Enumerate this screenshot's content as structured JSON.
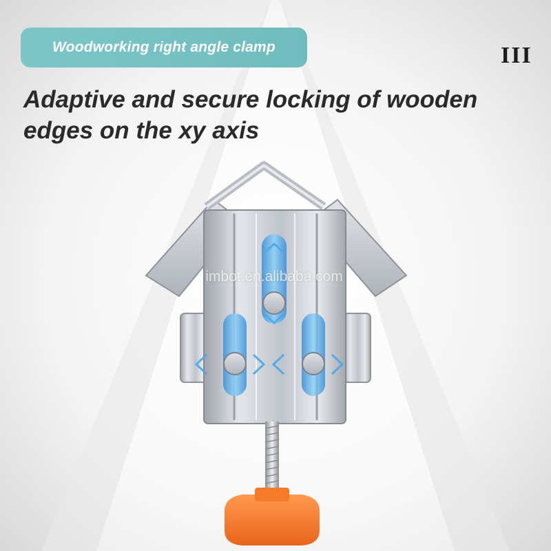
{
  "banner": {
    "label": "Woodworking right angle clamp"
  },
  "section_number": "III",
  "headline": {
    "line1": "Adaptive and secure locking of wooden",
    "line2": "edges on the xy axis"
  },
  "watermark": "imbot.en.alibaba.com",
  "colors": {
    "banner_bg": "#6fbcbf",
    "highlight_blue": "#4aa8ea",
    "knob_orange": "#f5782a",
    "steel": "#c8ccd2"
  }
}
